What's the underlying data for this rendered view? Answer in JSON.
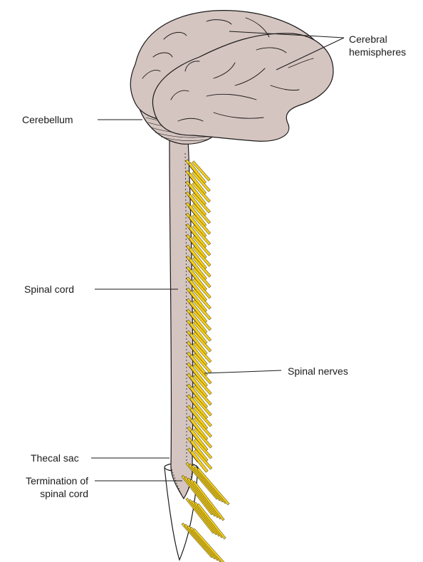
{
  "labels": {
    "cerebral_line1": "Cerebral",
    "cerebral_line2": "hemispheres",
    "cerebellum": "Cerebellum",
    "spinal_cord": "Spinal cord",
    "spinal_nerves": "Spinal nerves",
    "thecal_sac": "Thecal sac",
    "termination_line1": "Termination of",
    "termination_line2": "spinal cord"
  },
  "colors": {
    "tissue_fill": "#d5c5c0",
    "outline": "#1a1a1a",
    "nerve_fill": "#f2cd1a"
  },
  "icons": [
    "brain-illustration",
    "spinal-cord-illustration",
    "spinal-nerves-illustration",
    "thecal-sac-illustration"
  ]
}
